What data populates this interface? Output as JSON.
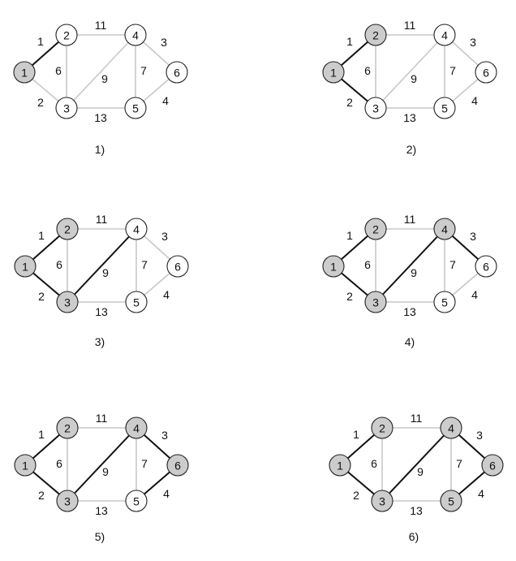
{
  "colors": {
    "background": "#ffffff",
    "node_selected": "#cccccc",
    "node_unselected": "#ffffff",
    "node_stroke": "#222222",
    "edge_selected": "#111111",
    "edge_unselected": "#c8c8c8",
    "text": "#111111"
  },
  "nodes": [
    "1",
    "2",
    "3",
    "4",
    "5",
    "6"
  ],
  "edges": [
    {
      "from": "1",
      "to": "2",
      "weight": "1"
    },
    {
      "from": "1",
      "to": "3",
      "weight": "2"
    },
    {
      "from": "2",
      "to": "3",
      "weight": "6"
    },
    {
      "from": "2",
      "to": "4",
      "weight": "11"
    },
    {
      "from": "3",
      "to": "4",
      "weight": "9"
    },
    {
      "from": "3",
      "to": "5",
      "weight": "13"
    },
    {
      "from": "4",
      "to": "5",
      "weight": "7"
    },
    {
      "from": "4",
      "to": "6",
      "weight": "3"
    },
    {
      "from": "5",
      "to": "6",
      "weight": "4"
    }
  ],
  "panels": [
    {
      "caption": "1)",
      "selected_nodes": [
        "1"
      ],
      "selected_edges": [
        "1-2"
      ]
    },
    {
      "caption": "2)",
      "selected_nodes": [
        "1",
        "2"
      ],
      "selected_edges": [
        "1-2",
        "1-3"
      ]
    },
    {
      "caption": "3)",
      "selected_nodes": [
        "1",
        "2",
        "3"
      ],
      "selected_edges": [
        "1-2",
        "1-3",
        "3-4"
      ]
    },
    {
      "caption": "4)",
      "selected_nodes": [
        "1",
        "2",
        "3",
        "4"
      ],
      "selected_edges": [
        "1-2",
        "1-3",
        "3-4",
        "4-6"
      ]
    },
    {
      "caption": "5)",
      "selected_nodes": [
        "1",
        "2",
        "3",
        "4",
        "6"
      ],
      "selected_edges": [
        "1-2",
        "1-3",
        "3-4",
        "4-6",
        "5-6"
      ]
    },
    {
      "caption": "6)",
      "selected_nodes": [
        "1",
        "2",
        "3",
        "4",
        "5",
        "6"
      ],
      "selected_edges": [
        "1-2",
        "1-3",
        "3-4",
        "4-6",
        "5-6"
      ]
    }
  ]
}
